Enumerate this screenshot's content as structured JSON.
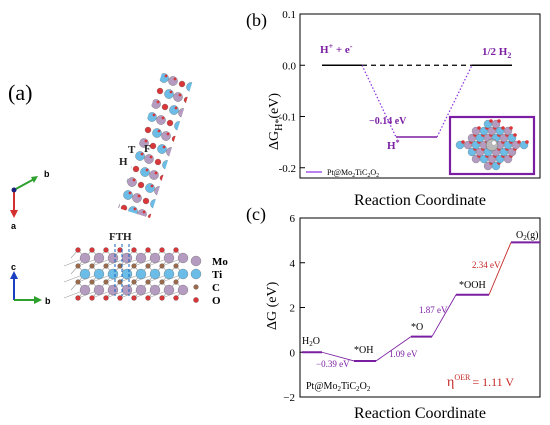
{
  "panel_a": {
    "label": "(a)",
    "marker_T": "T",
    "marker_F": "F",
    "marker_H": "H",
    "side_marker": "FTH",
    "axis_top": {
      "a": "a",
      "b": "b"
    },
    "axis_side": {
      "c": "c",
      "b": "b"
    },
    "legend": [
      {
        "symbol": "Mo",
        "color": "#b49bc0"
      },
      {
        "symbol": "Ti",
        "color": "#6bbde8"
      },
      {
        "symbol": "C",
        "color": "#9a6a4d"
      },
      {
        "symbol": "O",
        "color": "#d9363a"
      }
    ]
  },
  "chart_data": [
    {
      "type": "line",
      "panel_label": "(b)",
      "ylabel_main": "ΔG",
      "ylabel_sub": "H*",
      "ylabel_unit": "(eV)",
      "xlabel": "Reaction Coordinate",
      "ylim": [
        -0.22,
        0.1
      ],
      "yticks": [
        "0.1",
        "0.0",
        "-0.1",
        "-0.2"
      ],
      "ytick_values": [
        0.1,
        0.0,
        -0.1,
        -0.2
      ],
      "levels": [
        {
          "state": "H⁺ + e⁻",
          "value": 0.0
        },
        {
          "state": "H*",
          "value": -0.14
        },
        {
          "state": "1/2 H₂",
          "value": 0.0
        }
      ],
      "labels": {
        "left": {
          "main": "H",
          "sup1": "+",
          "mid": " + e",
          "sup2": "-"
        },
        "right": {
          "main": "1/2 H",
          "sub": "2"
        },
        "bottom": {
          "main": "H",
          "sup": "*"
        },
        "value": "−0.14 eV"
      },
      "legend": {
        "text_pre": "Pt@Mo",
        "sub1": "2",
        "mid": "TiC",
        "sub2": "2",
        "mid2": "O",
        "sub3": "2"
      },
      "colors": {
        "level": "#000000",
        "connector": "#8a2be2",
        "highlight": "#7b1fa2"
      }
    },
    {
      "type": "line",
      "panel_label": "(c)",
      "ylabel": "ΔG (eV)",
      "xlabel": "Reaction Coordinate",
      "ylim": [
        -2,
        6
      ],
      "yticks": [
        "6",
        "4",
        "2",
        "0",
        "−2"
      ],
      "ytick_values": [
        6,
        4,
        2,
        0,
        -2
      ],
      "levels": [
        {
          "state": "H2O",
          "value": 0.0
        },
        {
          "state": "*OH",
          "value": -0.39
        },
        {
          "state": "*O",
          "value": 0.7
        },
        {
          "state": "*OOH",
          "value": 2.57
        },
        {
          "state": "O2(g)",
          "value": 4.91
        }
      ],
      "state_labels": {
        "h2o": {
          "main": "H",
          "sub": "2",
          "end": "O"
        },
        "oh": "*OH",
        "o": "*O",
        "ooh": "*OOH",
        "o2": {
          "main": "O",
          "sub": "2",
          "end": "(g)"
        }
      },
      "step_labels": [
        "−0.39 eV",
        "1.09 eV",
        "1.87 eV",
        "2.34 eV"
      ],
      "eta": {
        "symbol": "η",
        "sup": "OER",
        "value": "= 1.11 V"
      },
      "catalyst": {
        "pre": "Pt@Mo",
        "sub1": "2",
        "mid": "TiC",
        "sub2": "2",
        "mid2": "O",
        "sub3": "2"
      },
      "colors": {
        "purple": "#7b1fa2",
        "red": "#c62828"
      }
    }
  ]
}
